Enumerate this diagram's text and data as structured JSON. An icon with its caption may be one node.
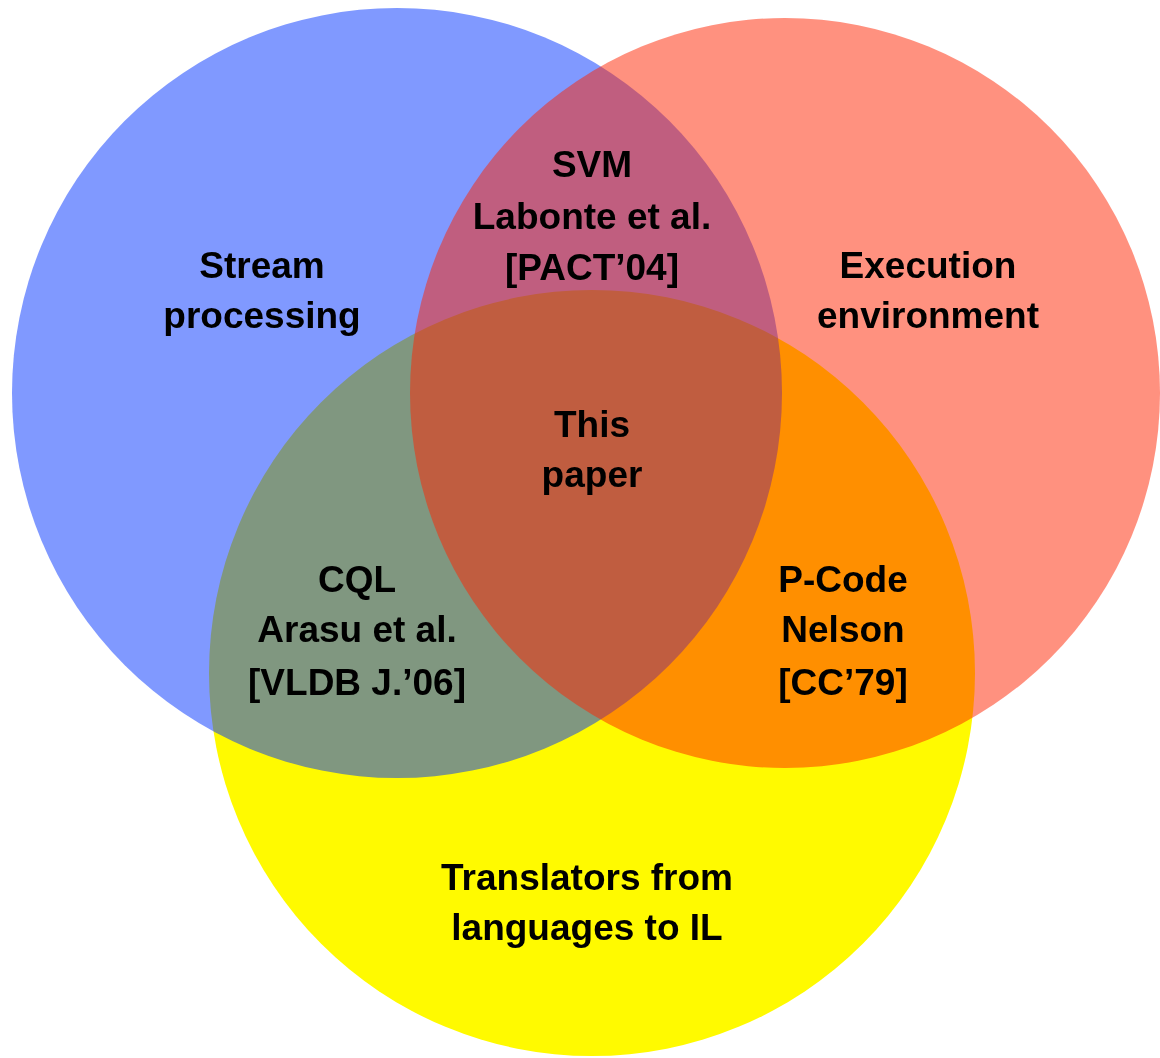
{
  "diagram": {
    "nodes": [
      {
        "text": [
          "Translators from languages to IL"
        ]
      },
      {
        "text": [
          "Stream processing"
        ]
      },
      {
        "text": [
          "Execution environment"
        ]
      }
    ],
    "labels": [
      "SVM",
      "Labonte et al.",
      "[PACT’04]",
      "This paper",
      "CQL",
      "Arasu et al.",
      "[VLDB J.’06]",
      "P-Code",
      "Nelson",
      "[CC’79]"
    ]
  }
}
